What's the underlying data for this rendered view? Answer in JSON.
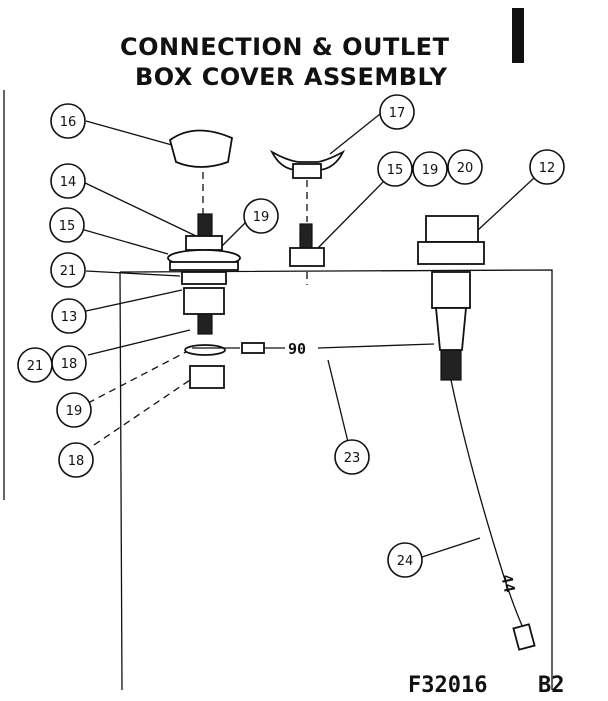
{
  "title": {
    "line1": "CONNECTION & OUTLET",
    "line2": "BOX COVER ASSEMBLY"
  },
  "callouts": {
    "c16": "16",
    "c17": "17",
    "c14": "14",
    "c19a": "19",
    "c15a": "15",
    "c15b": "15",
    "c19b": "19",
    "c20": "20",
    "c12": "12",
    "c21a": "21",
    "c13": "13",
    "c21b": "21",
    "c18a": "18",
    "c19c": "19",
    "c18b": "18",
    "c23": "23",
    "c24": "24"
  },
  "wire_labels": {
    "w90": "90",
    "w44": "44"
  },
  "drawing_code": "F32016",
  "sheet": "B2"
}
